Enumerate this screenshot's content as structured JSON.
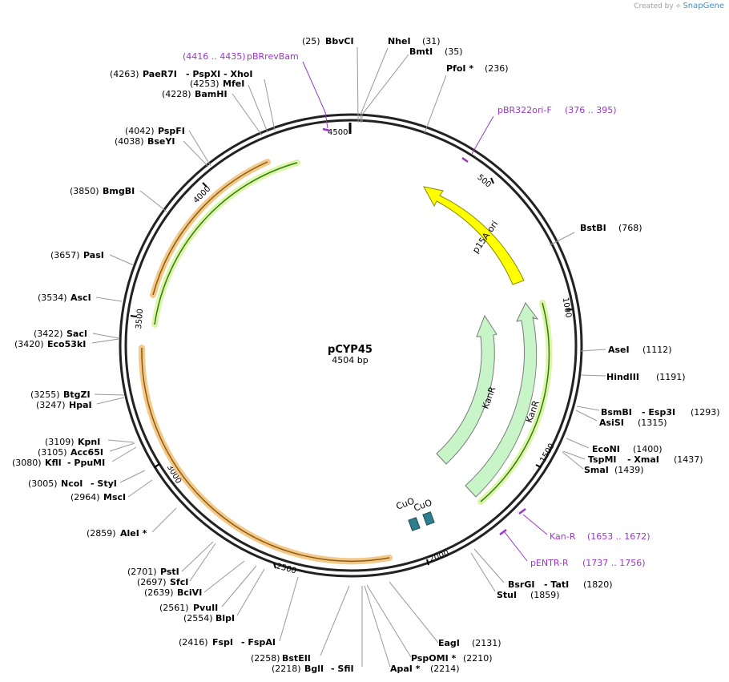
{
  "credit": {
    "prefix": "Created by",
    "brand": "SnapGene"
  },
  "plasmid": {
    "name": "pCYP45",
    "length_label": "4504 bp"
  },
  "ticks": [
    "500",
    "1000",
    "1500",
    "2000",
    "2500",
    "3000",
    "3500",
    "4000",
    "4500"
  ],
  "features": [
    {
      "name": "p15A ori",
      "color": "#ffff00"
    },
    {
      "name": "KanR",
      "color": "#c8f5c8"
    },
    {
      "name": "KanR",
      "color": "#c8f5c8"
    },
    {
      "name": "CuO",
      "color": "#2d7f8f"
    },
    {
      "name": "CuO",
      "color": "#2d7f8f"
    }
  ],
  "enzymes": [
    {
      "label": "BbvCI",
      "pos": "(25)"
    },
    {
      "label": "NheI",
      "pos": "(31)"
    },
    {
      "label": "BmtI",
      "pos": "(35)"
    },
    {
      "label": "PfoI *",
      "pos": "(236)"
    },
    {
      "label": "BstBI",
      "pos": "(768)"
    },
    {
      "label": "AseI",
      "pos": "(1112)"
    },
    {
      "label": "HindIII",
      "pos": "(1191)"
    },
    {
      "label": "BsmBI",
      "extra": "- Esp3I",
      "pos": "(1293)"
    },
    {
      "label": "AsiSI",
      "pos": "(1315)"
    },
    {
      "label": "EcoNI",
      "pos": "(1400)"
    },
    {
      "label": "TspMI",
      "extra": "- XmaI",
      "pos": "(1437)"
    },
    {
      "label": "SmaI",
      "pos": "(1439)"
    },
    {
      "label": "BsrGI",
      "extra": "- TatI",
      "pos": "(1820)"
    },
    {
      "label": "StuI",
      "pos": "(1859)"
    },
    {
      "label": "EagI",
      "pos": "(2131)"
    },
    {
      "label": "PspOMI *",
      "pos": "(2210)"
    },
    {
      "label": "ApaI *",
      "pos": "(2214)"
    },
    {
      "label": "BglI",
      "extra": "- SfiI",
      "pos": "(2218)"
    },
    {
      "label": "BstEII",
      "pos": "(2258)"
    },
    {
      "label": "FspI",
      "extra": "- FspAI",
      "pos": "(2416)"
    },
    {
      "label": "BlpI",
      "pos": "(2554)"
    },
    {
      "label": "PvuII",
      "pos": "(2561)"
    },
    {
      "label": "BciVI",
      "pos": "(2639)"
    },
    {
      "label": "SfcI",
      "pos": "(2697)"
    },
    {
      "label": "PstI",
      "pos": "(2701)"
    },
    {
      "label": "AleI *",
      "pos": "(2859)"
    },
    {
      "label": "MscI",
      "pos": "(2964)"
    },
    {
      "label": "NcoI",
      "extra": "- StyI",
      "pos": "(3005)"
    },
    {
      "label": "KflI",
      "extra": "- PpuMI",
      "pos": "(3080)"
    },
    {
      "label": "Acc65I",
      "pos": "(3105)"
    },
    {
      "label": "KpnI",
      "pos": "(3109)"
    },
    {
      "label": "HpaI",
      "pos": "(3247)"
    },
    {
      "label": "BtgZI",
      "pos": "(3255)"
    },
    {
      "label": "Eco53kI",
      "pos": "(3420)"
    },
    {
      "label": "SacI",
      "pos": "(3422)"
    },
    {
      "label": "AscI",
      "pos": "(3534)"
    },
    {
      "label": "PasI",
      "pos": "(3657)"
    },
    {
      "label": "BmgBI",
      "pos": "(3850)"
    },
    {
      "label": "BseYI",
      "pos": "(4038)"
    },
    {
      "label": "PspFI",
      "pos": "(4042)"
    },
    {
      "label": "BamHI",
      "pos": "(4228)"
    },
    {
      "label": "MfeI",
      "pos": "(4253)"
    },
    {
      "label": "PaeR7I",
      "extra": "- PspXI   - XhoI",
      "pos": "(4263)"
    }
  ],
  "primers": [
    {
      "label": "pBRrevBam",
      "range": "(4416 .. 4435)"
    },
    {
      "label": "pBR322ori-F",
      "range": "(376 .. 395)"
    },
    {
      "label": "Kan-R",
      "range": "(1653 .. 1672)"
    },
    {
      "label": "pENTR-R",
      "range": "(1737 .. 1756)"
    }
  ]
}
